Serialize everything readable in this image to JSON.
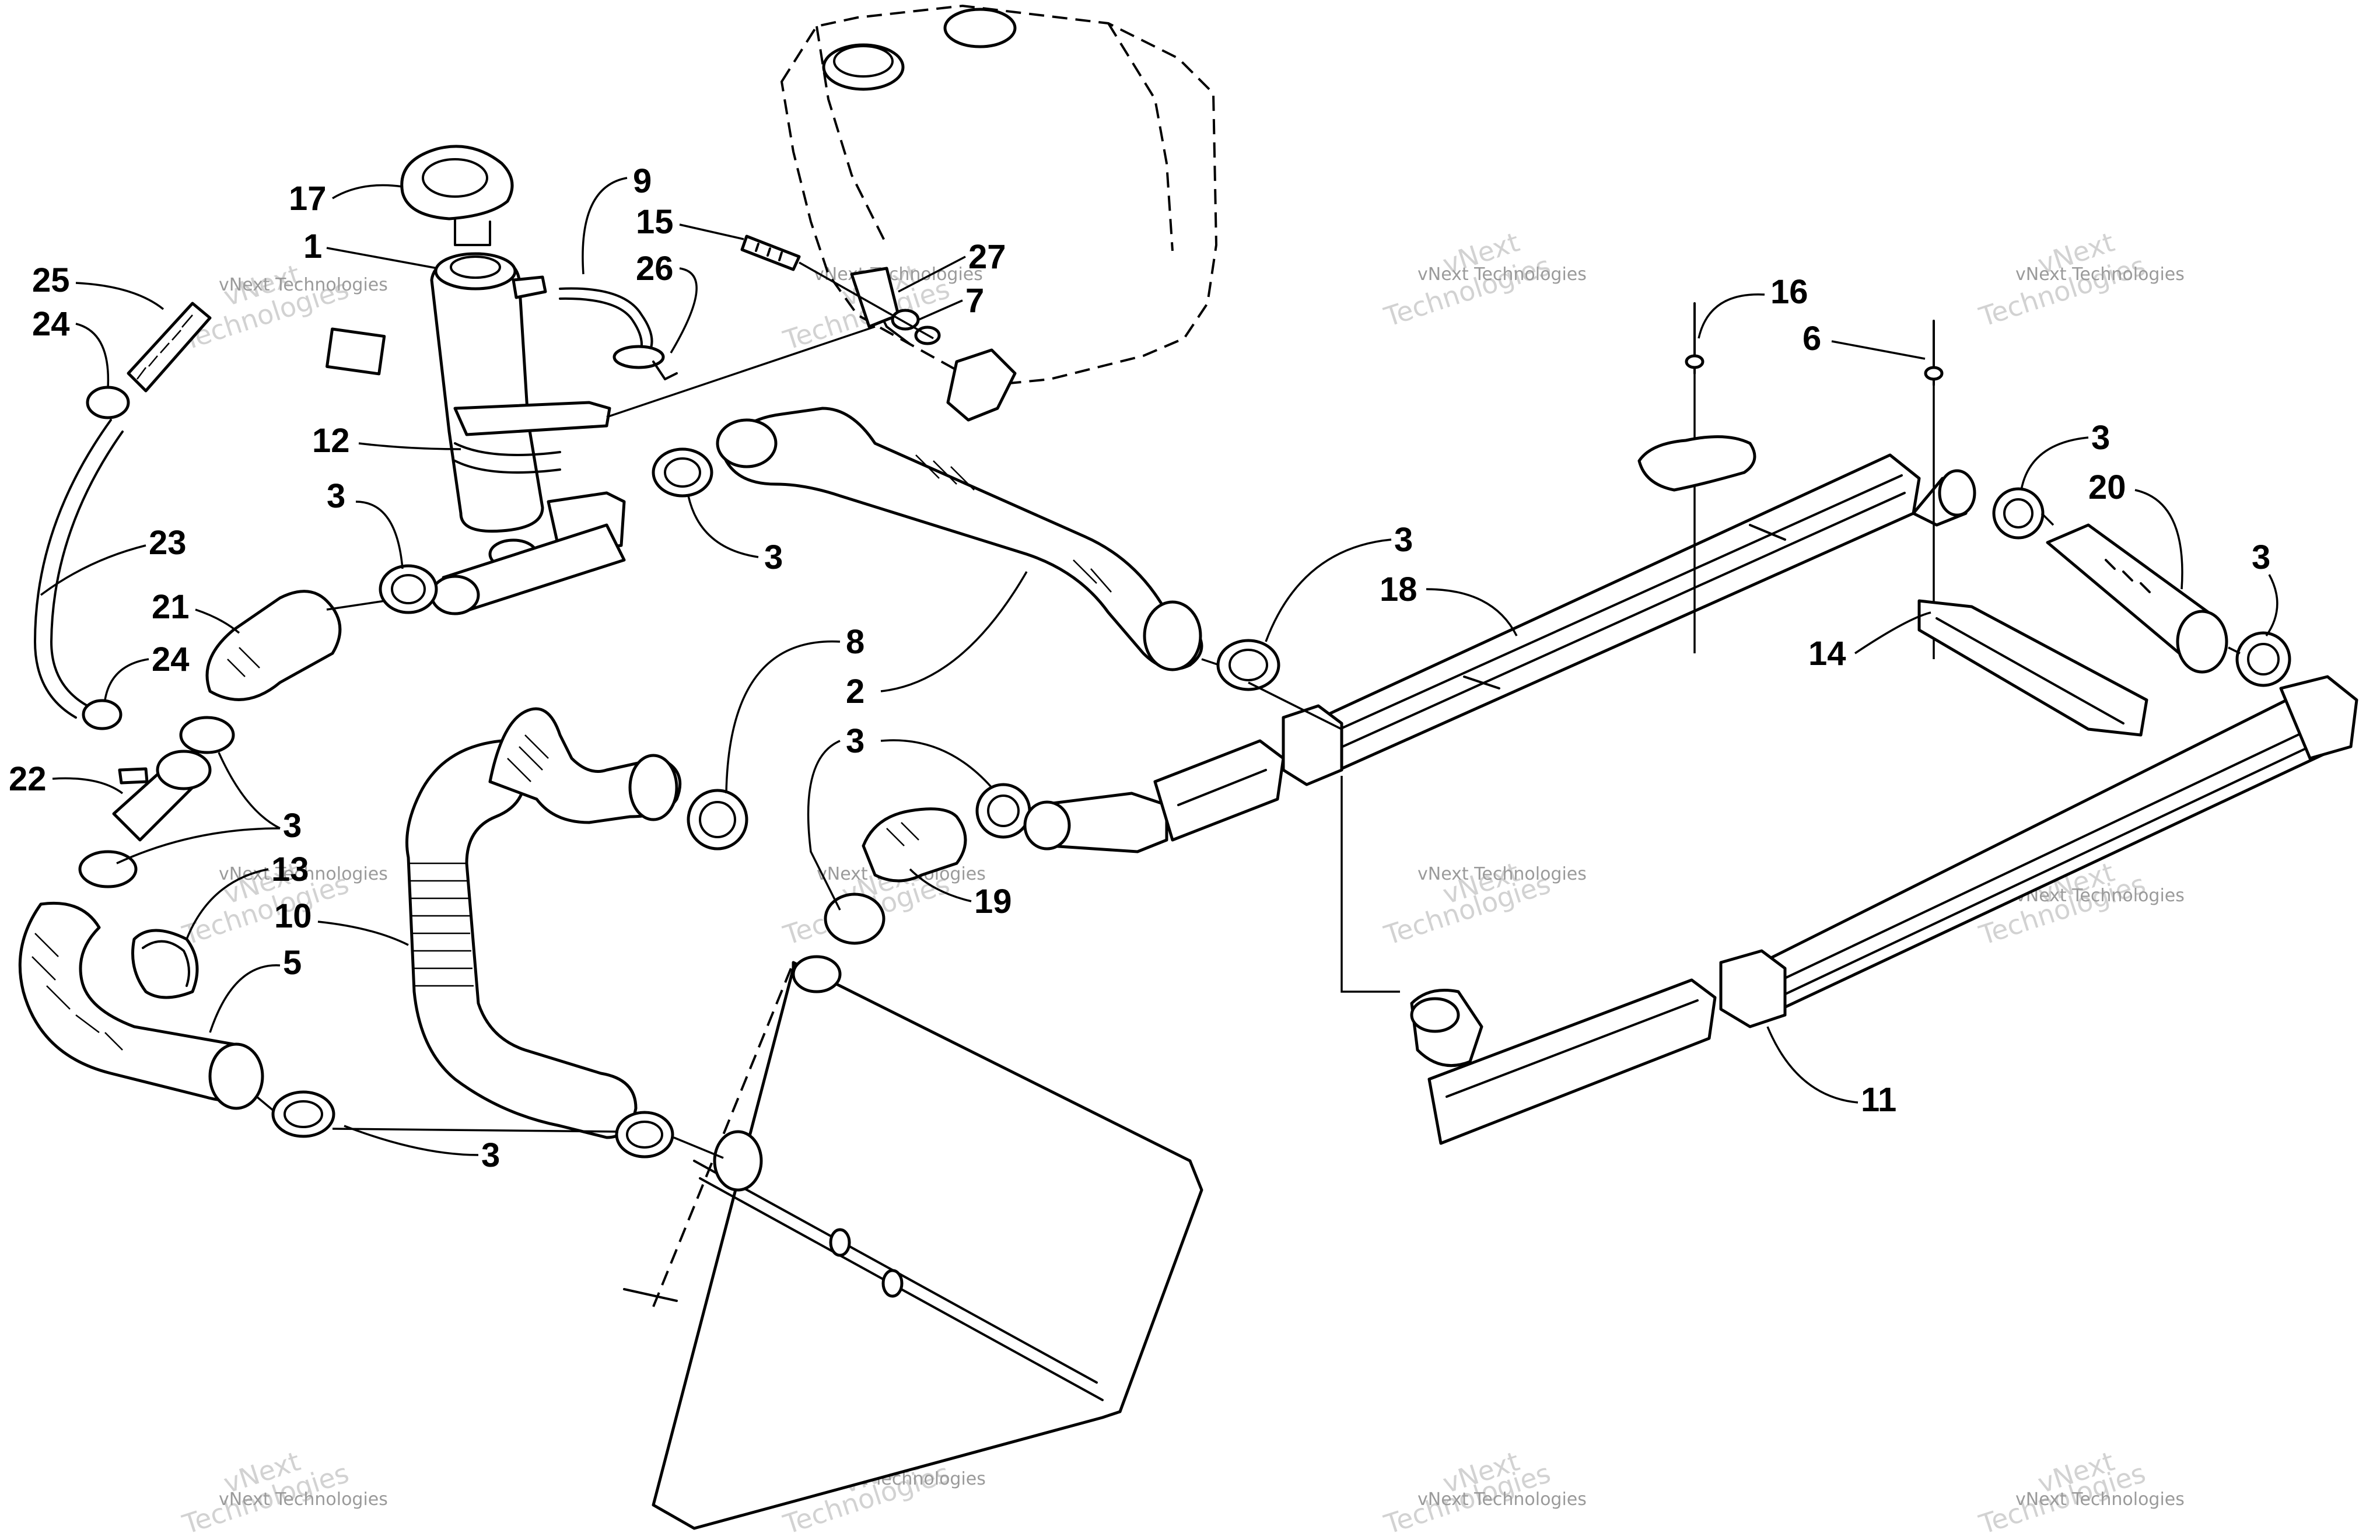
{
  "diagram": {
    "callouts": [
      {
        "id": "c17",
        "label": "17"
      },
      {
        "id": "c1",
        "label": "1"
      },
      {
        "id": "c25",
        "label": "25"
      },
      {
        "id": "c24a",
        "label": "24"
      },
      {
        "id": "c9",
        "label": "9"
      },
      {
        "id": "c15",
        "label": "15"
      },
      {
        "id": "c26",
        "label": "26"
      },
      {
        "id": "c27",
        "label": "27"
      },
      {
        "id": "c7",
        "label": "7"
      },
      {
        "id": "c12",
        "label": "12"
      },
      {
        "id": "c3a",
        "label": "3"
      },
      {
        "id": "c3b",
        "label": "3"
      },
      {
        "id": "c23",
        "label": "23"
      },
      {
        "id": "c21",
        "label": "21"
      },
      {
        "id": "c24b",
        "label": "24"
      },
      {
        "id": "c22",
        "label": "22"
      },
      {
        "id": "c3c",
        "label": "3"
      },
      {
        "id": "c13",
        "label": "13"
      },
      {
        "id": "c10",
        "label": "10"
      },
      {
        "id": "c5",
        "label": "5"
      },
      {
        "id": "c3d",
        "label": "3"
      },
      {
        "id": "c8",
        "label": "8"
      },
      {
        "id": "c2",
        "label": "2"
      },
      {
        "id": "c3e",
        "label": "3"
      },
      {
        "id": "c19",
        "label": "19"
      },
      {
        "id": "c3f",
        "label": "3"
      },
      {
        "id": "c18",
        "label": "18"
      },
      {
        "id": "c16",
        "label": "16"
      },
      {
        "id": "c6",
        "label": "6"
      },
      {
        "id": "c3g",
        "label": "3"
      },
      {
        "id": "c20",
        "label": "20"
      },
      {
        "id": "c3h",
        "label": "3"
      },
      {
        "id": "c14",
        "label": "14"
      },
      {
        "id": "c11",
        "label": "11"
      }
    ],
    "watermark": {
      "company": "vNext Technologies",
      "big_line1": "vNext",
      "big_line2": "Technologies"
    }
  }
}
